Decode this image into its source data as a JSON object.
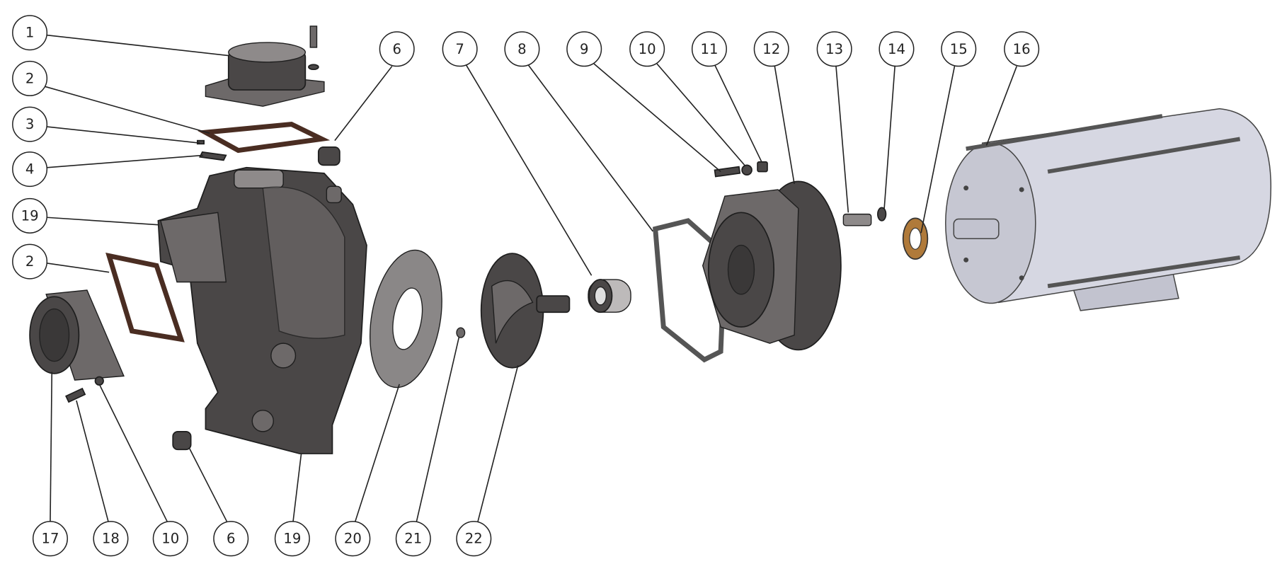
{
  "diagram": {
    "type": "exploded-parts-diagram",
    "callouts_left": [
      "1",
      "2",
      "3",
      "4",
      "19",
      "2"
    ],
    "callouts_top": [
      "6",
      "7",
      "8",
      "9",
      "10",
      "11",
      "12",
      "13",
      "14",
      "15",
      "16"
    ],
    "callouts_bottom": [
      "17",
      "18",
      "10",
      "6",
      "19",
      "20",
      "21",
      "22"
    ],
    "colors": {
      "pump_body": "#4a4747",
      "gasket": "#4a2d22",
      "bearing_ring": "#b07a3a",
      "motor": "#d6d7e2",
      "balloon_stroke": "#222222"
    }
  }
}
